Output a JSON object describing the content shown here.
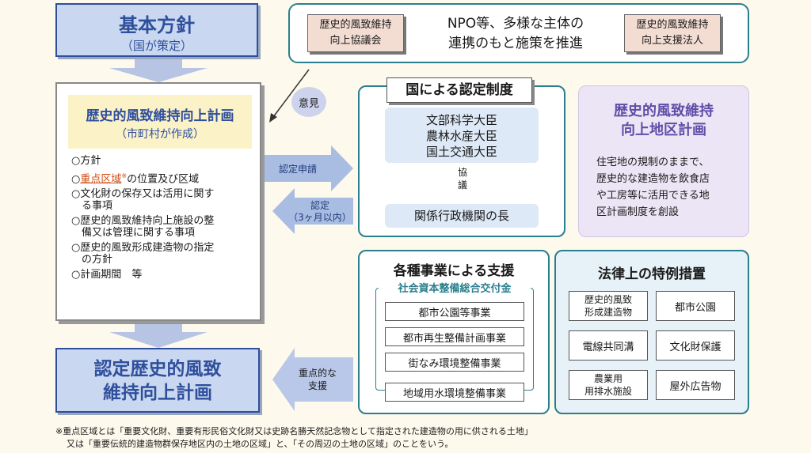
{
  "basic_policy": {
    "title": "基本方針",
    "subtitle": "（国が策定）"
  },
  "top_note": {
    "council": [
      "歴史的風致維持",
      "向上協議会"
    ],
    "text": [
      "NPO等、多様な主体の",
      "連携のもと施策を推進"
    ],
    "support_corp": [
      "歴史的風致維持",
      "向上支援法人"
    ]
  },
  "opinion_label": "意見",
  "plan": {
    "title": "歴史的風致維持向上計画",
    "subtitle": "（市町村が作成）",
    "items": [
      {
        "marker": "○",
        "text": "方針"
      },
      {
        "marker": "○",
        "highlight": "重点区域",
        "sup": "※",
        "text": "の位置及び区域"
      },
      {
        "marker": "○",
        "text": "文化財の保存又は活用に関す",
        "text2": "る事項"
      },
      {
        "marker": "○",
        "text": "歴史的風致維持向上施設の整",
        "text2": "備又は管理に関する事項"
      },
      {
        "marker": "○",
        "text": "歴史的風致形成建造物の指定",
        "text2": "の方針"
      },
      {
        "marker": "○",
        "text": "計画期間　等"
      }
    ]
  },
  "arrows": {
    "apply": "認定申請",
    "certify": "認定",
    "certify_period": "（3ヶ月以内）",
    "support": [
      "重点的な",
      "支援"
    ]
  },
  "certification": {
    "title": "国による認定制度",
    "ministers": [
      "文部科学大臣",
      "農林水産大臣",
      "国土交通大臣"
    ],
    "consult": [
      "協",
      "議"
    ],
    "agency_head": "関係行政機関の長"
  },
  "district_plan": {
    "title": [
      "歴史的風致維持",
      "向上地区計画"
    ],
    "body": [
      "住宅地の規制のままで、",
      "歴史的な建造物を飲食店",
      "や工房等に活用できる地",
      "区計画制度を創設"
    ]
  },
  "certified_plan": [
    "認定歴史的風致",
    "維持向上計画"
  ],
  "projects": {
    "title": "各種事業による支援",
    "subsidy": "社会資本整備総合交付金",
    "items": [
      "都市公園等事業",
      "都市再生整備計画事業",
      "街なみ環境整備事業"
    ],
    "extra": "地域用水環境整備事業"
  },
  "legal": {
    "title": "法律上の特例措置",
    "items": [
      [
        "歴史的風致",
        "形成建造物"
      ],
      [
        "都市公園"
      ],
      [
        "電線共同溝"
      ],
      [
        "文化財保護"
      ],
      [
        "農業用",
        "用排水施設"
      ],
      [
        "屋外広告物"
      ]
    ]
  },
  "footnote": [
    "※重点区域とは「重要文化財、重要有形民俗文化財又は史跡名勝天然記念物として指定された建造物の用に供される土地」",
    "又は「重要伝統的建造物群保存地区内の土地の区域」と、「その周辺の土地の区域」のことをいう。"
  ],
  "colors": {
    "navy": "#2f4f9c",
    "teal": "#2a7f8e",
    "purple": "#5e4ea8",
    "orange": "#d04a10",
    "arrow": "#9fb2da"
  }
}
